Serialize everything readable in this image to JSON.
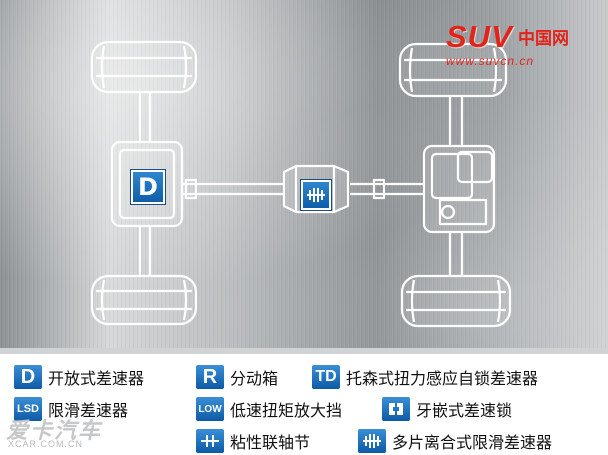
{
  "watermark": {
    "brand": "SUV",
    "brand_cn": "中国网",
    "url": "www.suvcn.cn"
  },
  "diagram_badges": {
    "front_differential": "D"
  },
  "legend": [
    {
      "code": "D",
      "label": "开放式差速器"
    },
    {
      "code": "R",
      "label": "分动箱"
    },
    {
      "code": "TD",
      "label": "托森式扭力感应自锁差速器"
    },
    {
      "code": "LSD",
      "label": "限滑差速器"
    },
    {
      "code": "LOW",
      "label": "低速扭矩放大挡"
    },
    {
      "code": "",
      "label": "牙嵌式差速锁",
      "icon": "dog-clutch-icon"
    },
    {
      "code": "",
      "label": "粘性联轴节",
      "icon": "viscous-coupling-icon"
    },
    {
      "code": "",
      "label": "多片离合式限滑差速器",
      "icon": "multi-plate-clutch-icon"
    }
  ],
  "bottom_watermark": {
    "brand": "爱卡汽车",
    "url": "XCAR.COM.CN"
  },
  "colors": {
    "accent_blue": "#0f5ea9",
    "brand_red": "#e1251b"
  }
}
